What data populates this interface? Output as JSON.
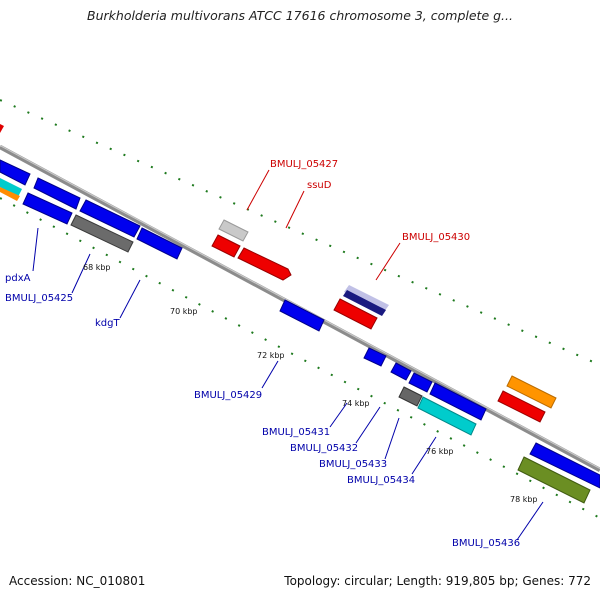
{
  "title": "Burkholderia multivorans ATCC 17616 chromosome 3, complete g...",
  "footer": {
    "accession": "Accession: NC_010801",
    "summary": "Topology: circular; Length: 919,805 bp; Genes: 772"
  },
  "colors": {
    "backbone": "#8c8c8c",
    "tick": "#1e7a1e",
    "red_label": "#cc0000",
    "blue_label": "#0000aa"
  },
  "ticks": [
    {
      "label": "68 kbp"
    },
    {
      "label": "70 kbp"
    },
    {
      "label": "72 kbp"
    },
    {
      "label": "74 kbp"
    },
    {
      "label": "76 kbp"
    },
    {
      "label": "78 kbp"
    }
  ],
  "gene_labels": [
    {
      "text": "BMULJ_05427",
      "color": "red"
    },
    {
      "text": "ssuD",
      "color": "red"
    },
    {
      "text": "BMULJ_05430",
      "color": "red"
    },
    {
      "text": "pdxA",
      "color": "blue"
    },
    {
      "text": "BMULJ_05425",
      "color": "blue"
    },
    {
      "text": "kdgT",
      "color": "blue"
    },
    {
      "text": "BMULJ_05429",
      "color": "blue"
    },
    {
      "text": "BMULJ_05431",
      "color": "blue"
    },
    {
      "text": "BMULJ_05432",
      "color": "blue"
    },
    {
      "text": "BMULJ_05433",
      "color": "blue"
    },
    {
      "text": "BMULJ_05434",
      "color": "blue"
    },
    {
      "text": "BMULJ_05436",
      "color": "blue"
    }
  ]
}
